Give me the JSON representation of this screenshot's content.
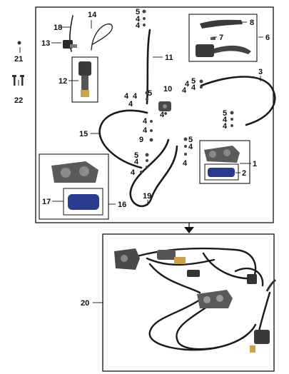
{
  "diagram": {
    "part_numbers": {
      "p1": "1",
      "p2": "2",
      "p3": "3",
      "p4": "4",
      "p5": "5",
      "p6": "6",
      "p7": "7",
      "p8": "8",
      "p9": "9",
      "p10": "10",
      "p11": "11",
      "p12": "12",
      "p13": "13",
      "p14": "14",
      "p15": "15",
      "p16": "16",
      "p17": "17",
      "p18": "18",
      "p19": "19",
      "p20": "20",
      "p21": "21",
      "p22": "22"
    },
    "colors": {
      "line": "#111111",
      "hose": "#1a1a1a",
      "pad_blue": "#2a3a8c",
      "caliper_grey": "#5a5a5a"
    },
    "icons": [
      "caliper",
      "brake-pad",
      "master-cylinder",
      "brake-lever",
      "bolt",
      "washer",
      "banjo-bolt",
      "hose",
      "switch-wire"
    ]
  }
}
